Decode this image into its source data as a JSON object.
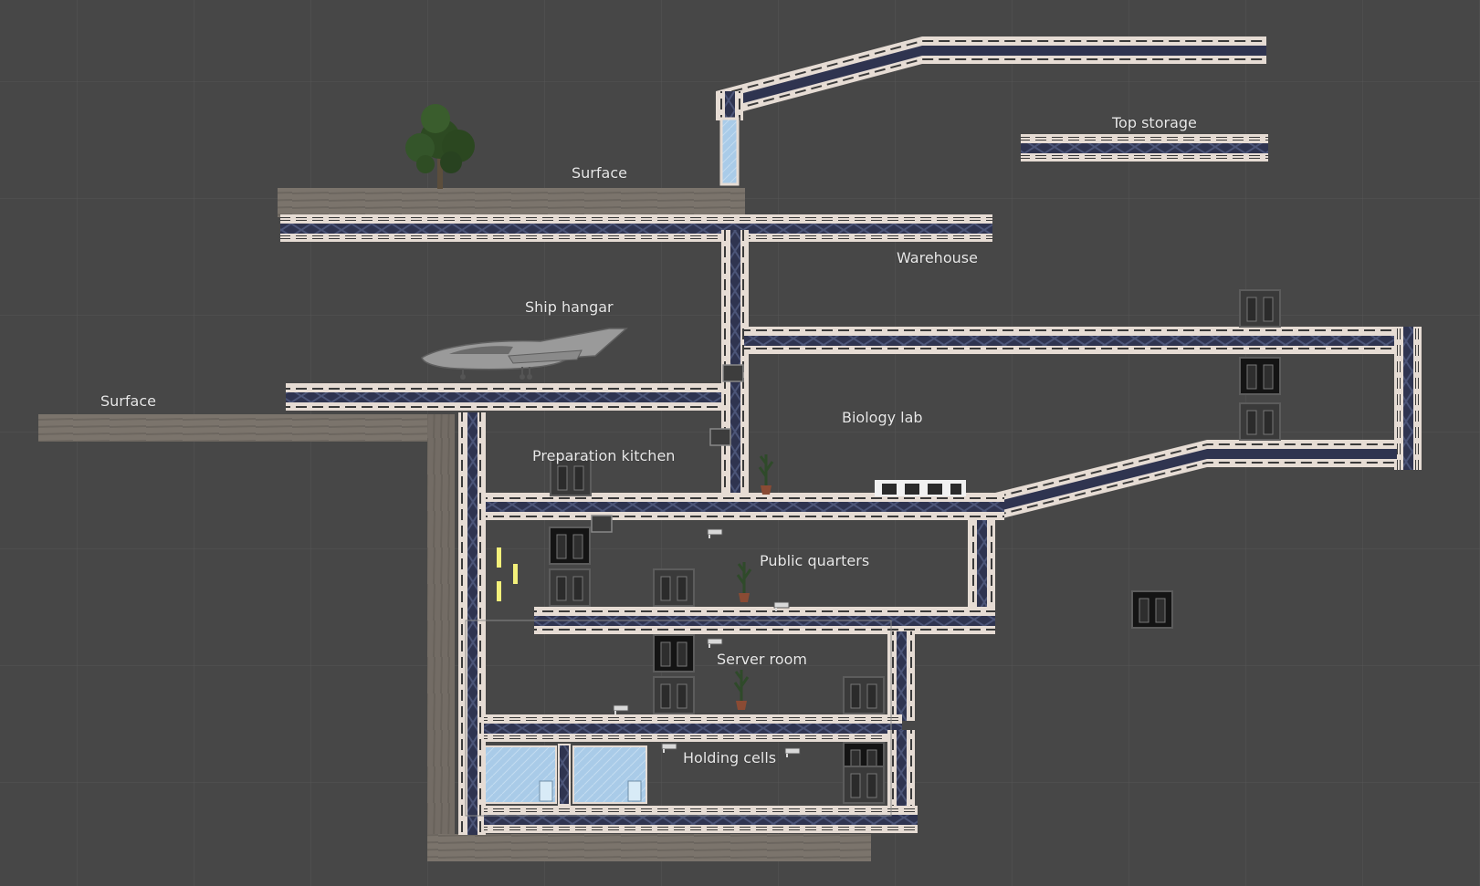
{
  "viewport": {
    "name": "scene-view",
    "background": "#474747",
    "grid_color": "#5a5a5a",
    "palette": {
      "girder_rail": "#e6dcd4",
      "girder_core": "#2f3450",
      "ground": "#7b746c",
      "glass": "#a9cbe8",
      "door": "#3a3a3a",
      "accent_yellow": "#f3f07a"
    }
  },
  "labels": {
    "surface_top": "Surface",
    "surface_left": "Surface",
    "top_storage": "Top storage",
    "warehouse": "Warehouse",
    "ship_hangar": "Ship hangar",
    "biology_lab": "Biology lab",
    "preparation_kitchen": "Preparation kitchen",
    "public_quarters": "Public quarters",
    "server_room": "Server room",
    "holding_cells": "Holding cells"
  },
  "props": {
    "tree": "tree-icon",
    "ship": "spaceship-icon",
    "plant": "potted-plant-icon",
    "door": "double-door-icon",
    "elevator": "elevator-icon",
    "camera": "security-camera-icon",
    "cell": "holding-cell-icon"
  }
}
